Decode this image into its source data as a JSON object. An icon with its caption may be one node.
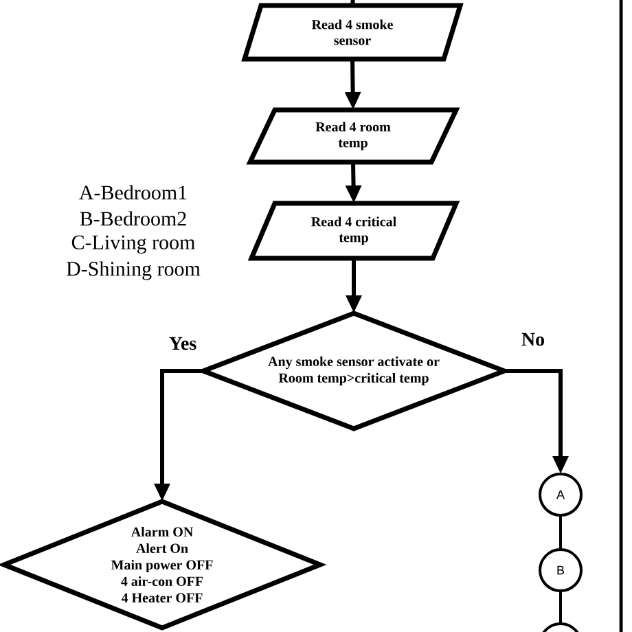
{
  "diagram": {
    "nodes": [
      {
        "text": [
          "Read 4 smoke sensor"
        ]
      },
      {
        "text": [
          "Read 4 room temp"
        ]
      },
      {
        "text": [
          "Read 4 critical temp"
        ]
      },
      {
        "text": [
          "Any smoke sensor activate or Room temp>critical temp"
        ]
      },
      {
        "text": [
          "Alarm ON",
          "Alert On",
          "Main power OFF",
          "4 air-con OFF",
          "4 Heater OFF"
        ]
      },
      {
        "text": [
          "A"
        ]
      },
      {
        "text": [
          "B"
        ]
      },
      {
        "text": [],
        "shape": "circle"
      }
    ],
    "edges": [
      {
        "from": null,
        "to": 0,
        "arrow": "none"
      },
      {
        "from": 0,
        "to": 1,
        "arrow": "to"
      },
      {
        "from": 1,
        "to": 2,
        "arrow": "to"
      },
      {
        "from": 2,
        "to": 3,
        "arrow": "to"
      },
      {
        "from": 3,
        "to": 4,
        "arrow": "to",
        "label": "Yes"
      },
      {
        "from": 3,
        "to": 5,
        "arrow": "to",
        "label": "No"
      },
      {
        "from": 5,
        "to": 6,
        "arrow": "none"
      },
      {
        "from": 6,
        "to": 7,
        "arrow": "none"
      }
    ],
    "labels": [
      "A-Bedroom1",
      "B-Bedroom2",
      "C-Living room",
      "D-Shining room"
    ]
  }
}
